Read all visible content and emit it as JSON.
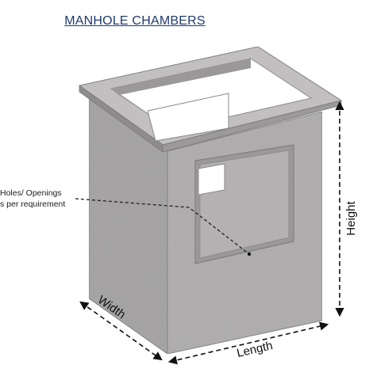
{
  "title": "MANHOLE CHAMBERS",
  "callout": {
    "line1": "Holes/ Openings",
    "line2": "s per requirement"
  },
  "dimensions": {
    "width": "Width",
    "length": "Length",
    "height": "Height"
  },
  "colors": {
    "title": "#1f3a6e",
    "concrete_front": "#a9a7a7",
    "concrete_side": "#9c9a9a",
    "concrete_top": "#bdbbbb",
    "arrow": "#111111"
  }
}
